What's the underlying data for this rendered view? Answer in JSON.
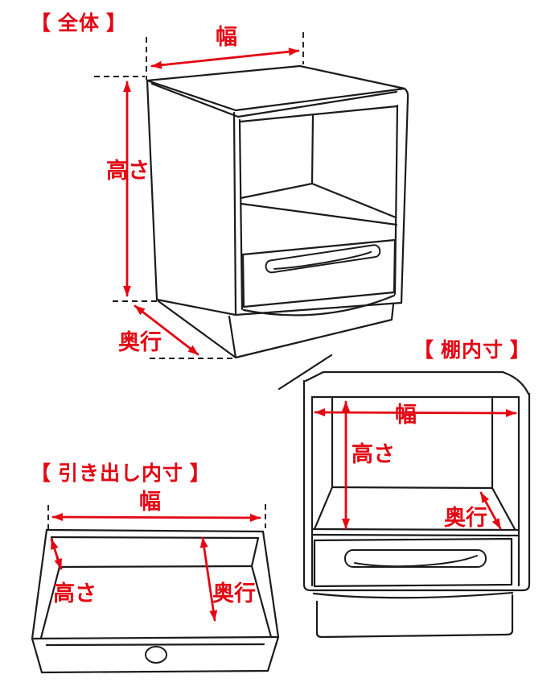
{
  "colors": {
    "accent": "#e30613",
    "line": "#1b1b1b",
    "background": "#ffffff"
  },
  "diagram": {
    "overall": {
      "title": "【 全体 】",
      "width_label": "幅",
      "height_label": "高さ",
      "depth_label": "奥行"
    },
    "shelf_inner": {
      "title": "【 棚内寸 】",
      "width_label": "幅",
      "height_label": "高さ",
      "depth_label": "奥行"
    },
    "drawer_inner": {
      "title": "【 引き出し内寸 】",
      "width_label": "幅",
      "height_label": "高さ",
      "depth_label": "奥行"
    }
  }
}
